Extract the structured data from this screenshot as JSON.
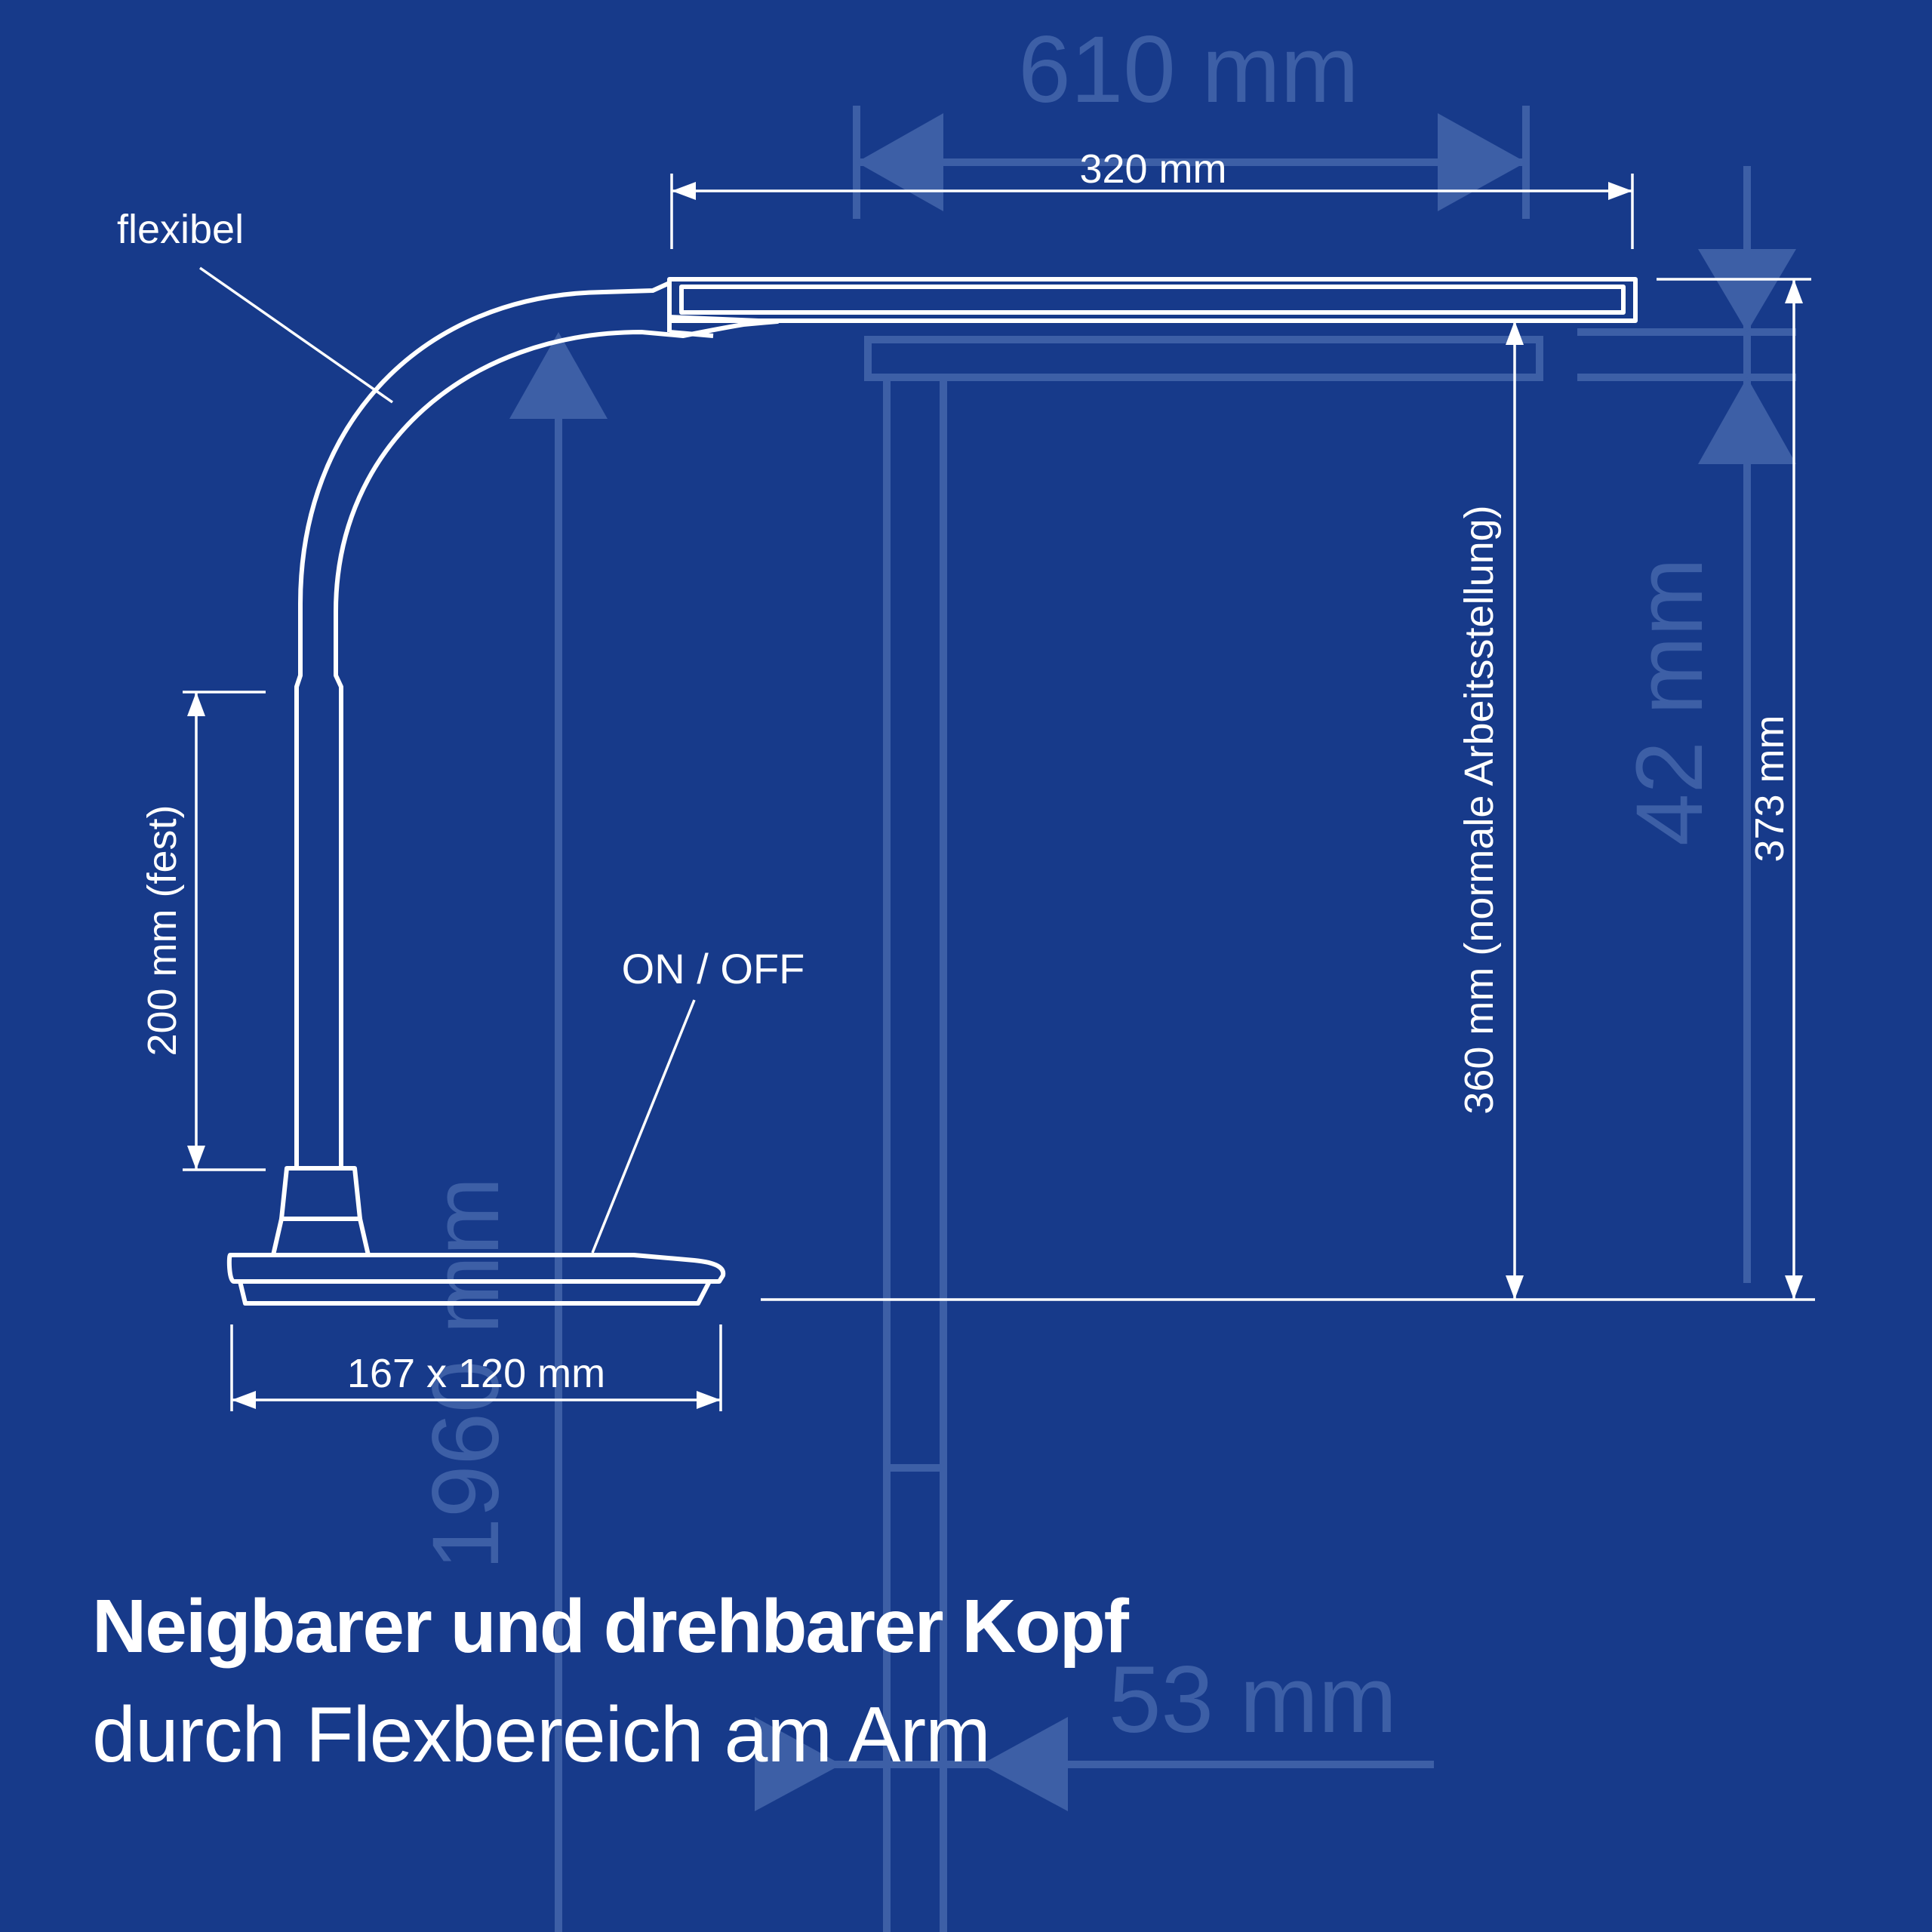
{
  "colors": {
    "background": "#173a8a",
    "line": "#ffffff",
    "watermark": "#3d5fa6"
  },
  "labels": {
    "flexibel": "flexibel",
    "head_width": "320 mm",
    "fixed_height": "200 mm (fest)",
    "switch": "ON / OFF",
    "base_size": "167 x 120 mm",
    "work_height": "360 mm (normale Arbeitsstellung)",
    "total_height": "373 mm"
  },
  "watermark": {
    "top_width": "610 mm",
    "right_height": "42 mm",
    "left_height": "1960 mm",
    "bottom_width": "53 mm"
  },
  "heading": {
    "title": "Neigbarer und drehbarer Kopf",
    "subtitle": "durch Flexbereich am Arm"
  }
}
